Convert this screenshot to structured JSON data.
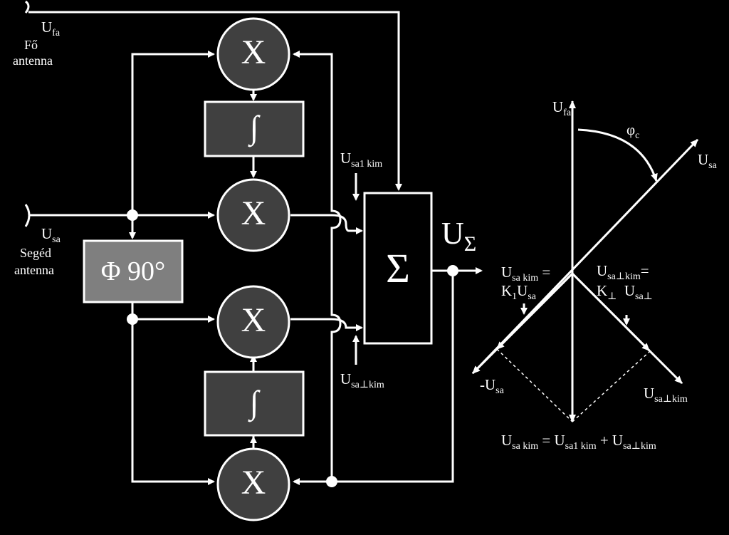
{
  "inputs": {
    "main_antenna_label": "Fő",
    "main_antenna_label2": "antenna",
    "aux_antenna_label": "Segéd",
    "aux_antenna_label2": "antenna"
  },
  "blocks": {
    "multiplier_symbol": "X",
    "integrator_symbol": "∫",
    "phase_shifter": "Φ 90°",
    "summer_symbol": "Σ"
  },
  "signals": {
    "U": "U",
    "fa": "fa",
    "sa": "sa",
    "sa1_kim": "sa1 kim",
    "sa_perp_kim": "sa⊥kim",
    "Sigma": "Σ"
  },
  "vector": {
    "phi": "φ",
    "phi_sub": "c",
    "neg_usa": "-U",
    "usa_kim_eq_1": "U",
    "usa_kim_sub": "sa kim",
    "usa_kim_eq_tail": " =",
    "k1": "K",
    "k1_sub": "1",
    "k1_usa": "U",
    "kperp": "K",
    "kperp_sub": "⊥",
    "kperp_usa": "U",
    "kperp_usa_sub": "sa⊥",
    "perp_kim_eq_sub": "sa⊥kim",
    "perp_kim_eq_tail": "=",
    "equation_lhs_sub": "sa kim",
    "equation_mid": " = U",
    "equation_mid_sub": "sa1 kim",
    "equation_plus": " + U",
    "equation_rhs_sub": "sa⊥kim"
  },
  "colors": {
    "background": "#000000",
    "line": "#ffffff",
    "circle_fill": "#404040",
    "integrator_fill": "#404040",
    "phase_fill": "#7f7f7f"
  }
}
